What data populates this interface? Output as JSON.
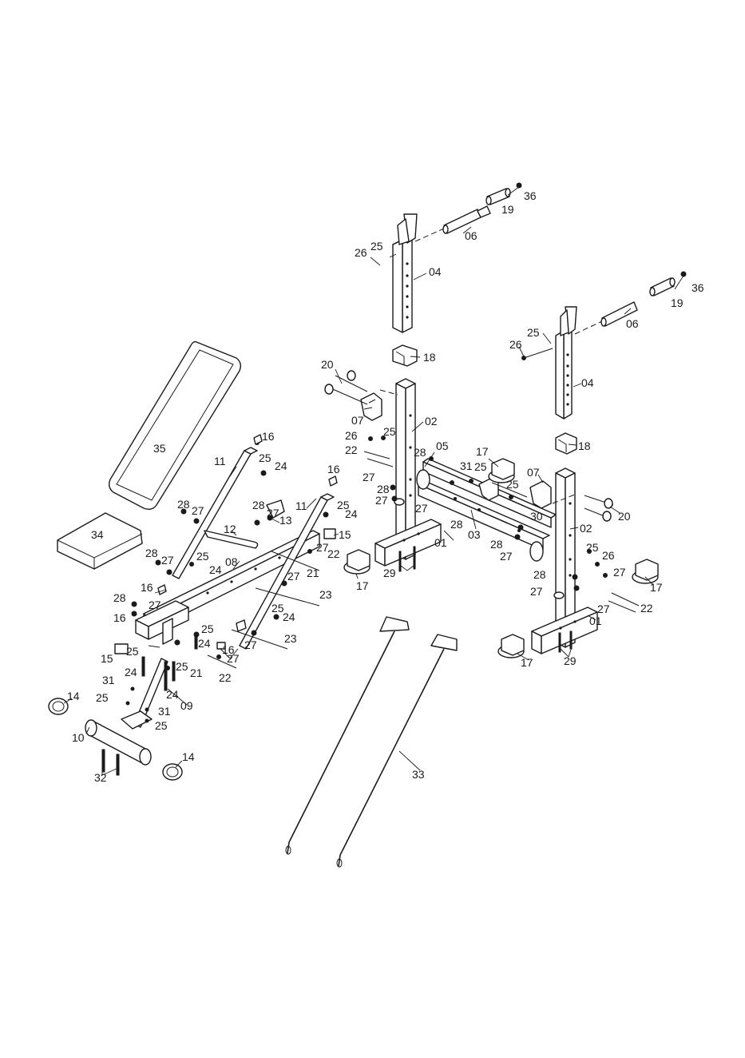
{
  "labels": {
    "p01": "01",
    "p02": "02",
    "p03": "03",
    "p04": "04",
    "p05": "05",
    "p06": "06",
    "p07": "07",
    "p08": "08",
    "p09": "09",
    "p10": "10",
    "p11": "11",
    "p12": "12",
    "p13": "13",
    "p14": "14",
    "p15": "15",
    "p16": "16",
    "p17": "17",
    "p18": "18",
    "p19": "19",
    "p20": "20",
    "p21": "21",
    "p22": "22",
    "p23": "23",
    "p24": "24",
    "p25": "25",
    "p26": "26",
    "p27": "27",
    "p28": "28",
    "p29": "29",
    "p30": "30",
    "p31": "31",
    "p32": "32",
    "p33": "33",
    "p34": "34",
    "p35": "35",
    "p36": "36"
  }
}
